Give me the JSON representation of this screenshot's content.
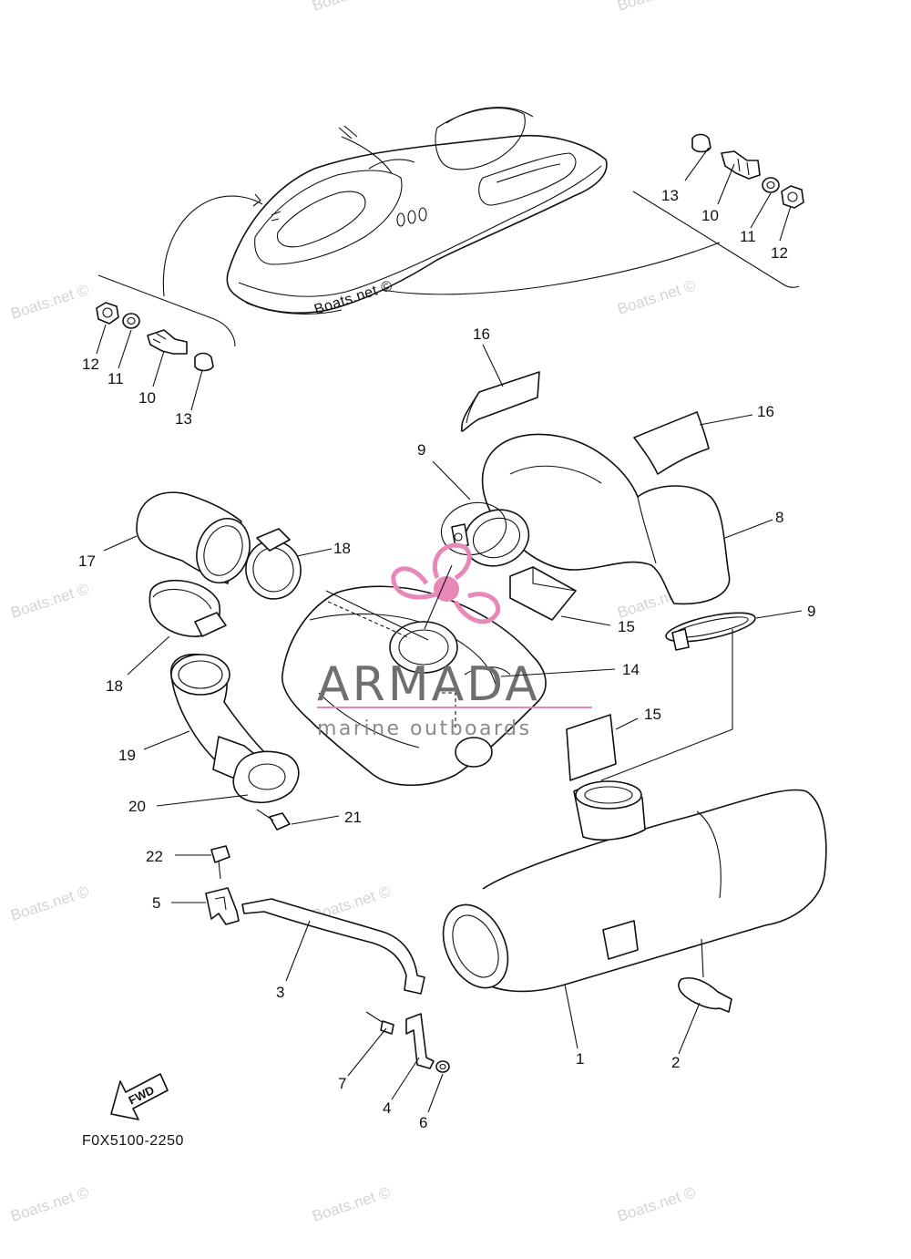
{
  "diagram_code": "F0X5100-2250",
  "brand": {
    "name": "ARMADA",
    "tagline": "marine outboards",
    "accent_color": "#e888b8",
    "text_color": "#6f6f6f"
  },
  "watermark": {
    "text": "Boats.net ©",
    "color": "#d4d4d4"
  },
  "boat_watermark": "Boats.net ©",
  "fwd_arrow_label": "FWD",
  "callouts": {
    "c1": "1",
    "c2": "2",
    "c3": "3",
    "c4": "4",
    "c5": "5",
    "c6": "6",
    "c7": "7",
    "c8": "8",
    "c9a": "9",
    "c9b": "9",
    "c10a": "10",
    "c10b": "10",
    "c11a": "11",
    "c11b": "11",
    "c12a": "12",
    "c12b": "12",
    "c13a": "13",
    "c13b": "13",
    "c14": "14",
    "c15a": "15",
    "c15b": "15",
    "c16a": "16",
    "c16b": "16",
    "c17": "17",
    "c18a": "18",
    "c18b": "18",
    "c19": "19",
    "c20": "20",
    "c21": "21",
    "c22": "22"
  },
  "icons": {
    "logo": "propeller-logo-icon",
    "direction": "fwd-arrow-icon"
  }
}
